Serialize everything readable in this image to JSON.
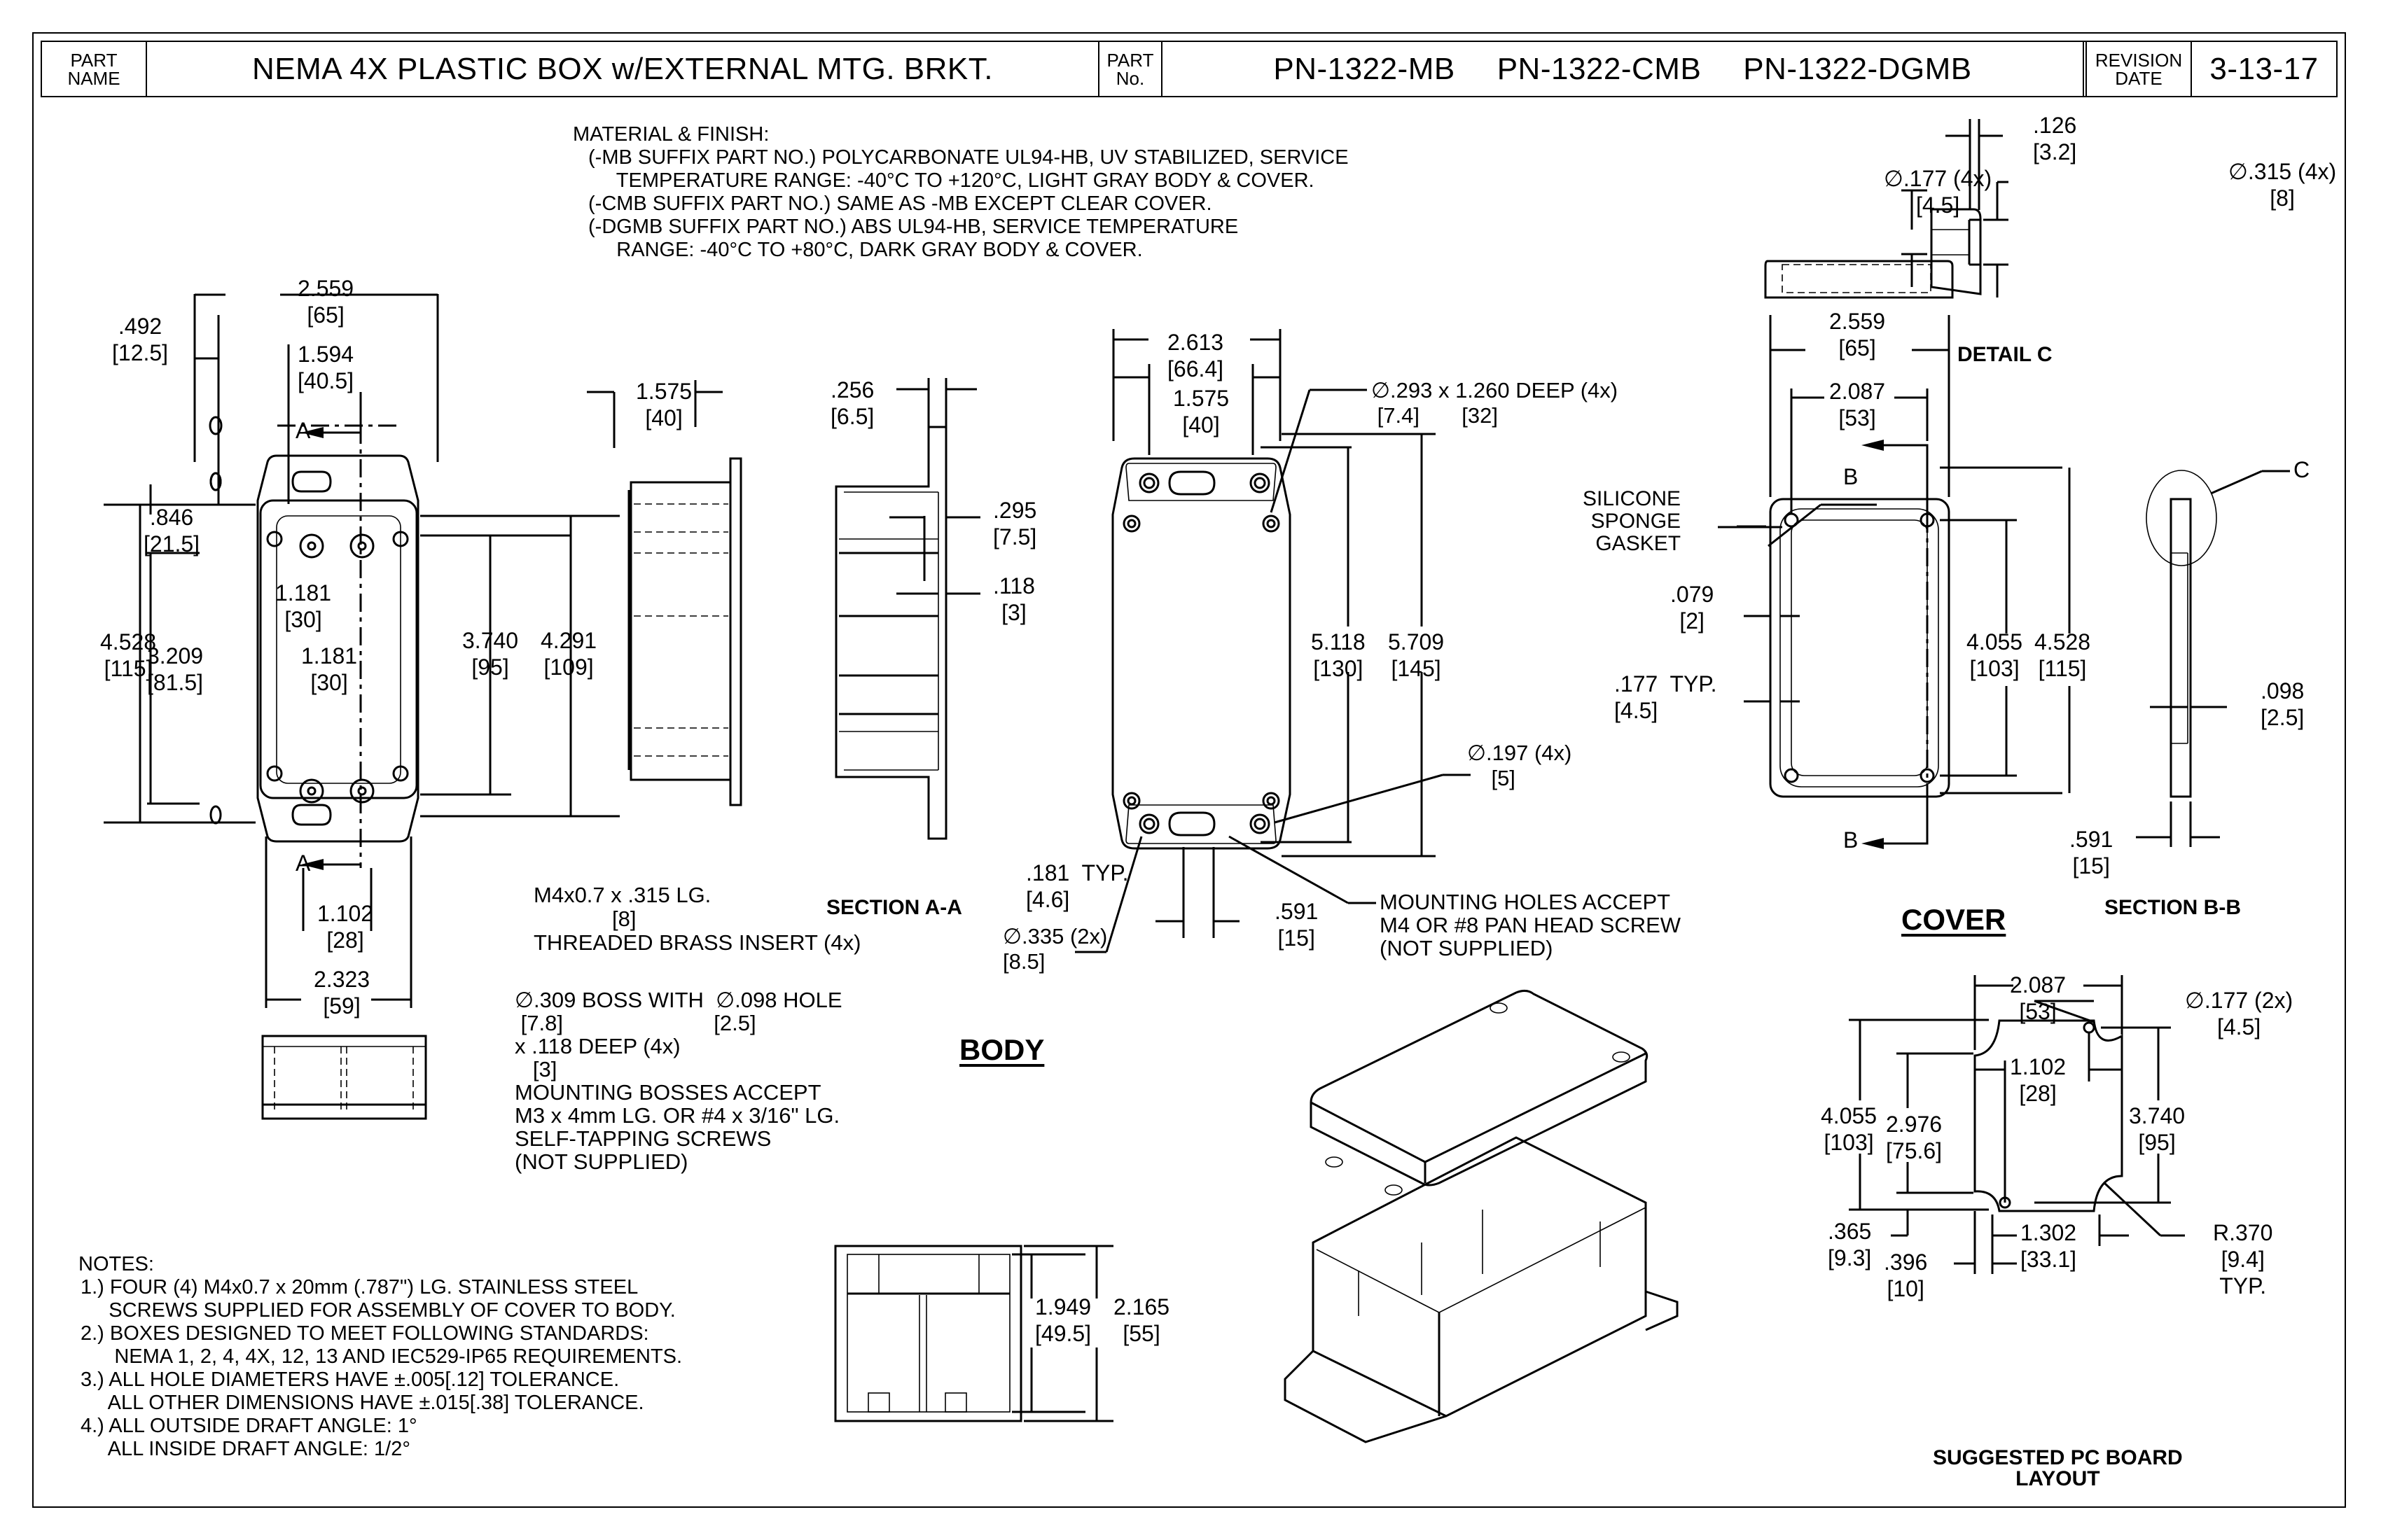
{
  "title_block": {
    "part_name_label": "PART NAME",
    "part_name": "NEMA 4X PLASTIC BOX w/EXTERNAL MTG. BRKT.",
    "part_no_label": "PART No.",
    "part_numbers": [
      "PN-1322-MB",
      "PN-1322-CMB",
      "PN-1322-DGMB"
    ],
    "revision_label": "REVISION DATE",
    "revision_date": "3-13-17"
  },
  "material_finish": {
    "heading": "MATERIAL & FINISH:",
    "lines": [
      "(-MB SUFFIX PART NO.) POLYCARBONATE UL94-HB, UV STABILIZED, SERVICE",
      "     TEMPERATURE RANGE: -40°C TO +120°C, LIGHT GRAY BODY & COVER.",
      "(-CMB SUFFIX PART NO.) SAME AS -MB EXCEPT CLEAR COVER.",
      "(-DGMB SUFFIX PART NO.) ABS UL94-HB, SERVICE TEMPERATURE",
      "     RANGE: -40°C TO +80°C, DARK GRAY BODY & COVER."
    ]
  },
  "notes": {
    "heading": "NOTES:",
    "lines": [
      "1.) FOUR (4) M4x0.7 x 20mm (.787\") LG. STAINLESS STEEL",
      "     SCREWS SUPPLIED FOR ASSEMBLY OF COVER TO BODY.",
      "2.) BOXES DESIGNED TO MEET FOLLOWING STANDARDS:",
      "      NEMA 1, 2, 4, 4X, 12, 13 AND IEC529-IP65 REQUIREMENTS.",
      "3.) ALL HOLE DIAMETERS HAVE ±.005[.12] TOLERANCE.",
      "     ALL OTHER DIMENSIONS HAVE ±.015[.38] TOLERANCE.",
      "4.) ALL OUTSIDE DRAFT ANGLE: 1°",
      "     ALL INSIDE DRAFT ANGLE: 1/2°"
    ]
  },
  "view_titles": {
    "body": "BODY",
    "cover": "COVER",
    "section_aa": "SECTION A-A",
    "section_bb": "SECTION B-B",
    "detail_c": "DETAIL C",
    "pcb_layout": "SUGGESTED PC BOARD\nLAYOUT"
  },
  "section_markers": {
    "a": "A",
    "b": "B",
    "c": "C"
  },
  "body_top_view": {
    "dims": [
      {
        "in": "2.559",
        "mm": "[65]"
      },
      {
        "in": ".492",
        "mm": "[12.5]"
      },
      {
        "in": "1.594",
        "mm": "[40.5]"
      },
      {
        "in": ".846",
        "mm": "[21.5]"
      },
      {
        "in": "1.181",
        "mm": "[30]"
      },
      {
        "in": "1.181",
        "mm": "[30]"
      },
      {
        "in": "4.528",
        "mm": "[115]"
      },
      {
        "in": "3.209",
        "mm": "[81.5]"
      },
      {
        "in": "3.740",
        "mm": "[95]"
      },
      {
        "in": "4.291",
        "mm": "[109]"
      },
      {
        "in": "1.102",
        "mm": "[28]"
      },
      {
        "in": "2.323",
        "mm": "[59]"
      }
    ],
    "callouts": {
      "insert": "M4x0.7 x .315 LG.\n             [8]\nTHREADED BRASS INSERT (4x)",
      "boss": "∅.309 BOSS WITH  ∅.098 HOLE\n [7.8]                         [2.5]\nx .118 DEEP (4x)\n   [3]\nMOUNTING BOSSES ACCEPT\nM3 x 4mm LG. OR #4 x 3/16\" LG.\nSELF-TAPPING SCREWS\n(NOT SUPPLIED)"
    }
  },
  "body_side_view": {
    "dims": [
      {
        "in": "1.575",
        "mm": "[40]"
      }
    ]
  },
  "section_aa": {
    "dims": [
      {
        "in": ".256",
        "mm": "[6.5]"
      },
      {
        "in": ".295",
        "mm": "[7.5]"
      },
      {
        "in": ".118",
        "mm": "[3]"
      }
    ]
  },
  "body_bottom_view": {
    "dims": [
      {
        "in": "2.613",
        "mm": "[66.4]"
      },
      {
        "in": "1.575",
        "mm": "[40]"
      },
      {
        "in": "5.118",
        "mm": "[130]"
      },
      {
        "in": "5.709",
        "mm": "[145]"
      },
      {
        "in": ".181  TYP.",
        "mm": "[4.6]"
      },
      {
        "in": ".591",
        "mm": "[15]"
      }
    ],
    "callouts": {
      "deep_hole": "∅.293 x 1.260 DEEP (4x)\n [7.4]       [32]",
      "hole_197": "∅.197 (4x)\n    [5]",
      "hole_335": "∅.335 (2x)\n[8.5]",
      "mounting": "MOUNTING HOLES ACCEPT\nM4 OR #8 PAN HEAD SCREW\n(NOT SUPPLIED)"
    }
  },
  "end_section": {
    "dims": [
      {
        "in": "1.949",
        "mm": "[49.5]"
      },
      {
        "in": "2.165",
        "mm": "[55]"
      }
    ]
  },
  "cover_view": {
    "dims": [
      {
        "in": "2.559",
        "mm": "[65]"
      },
      {
        "in": "2.087",
        "mm": "[53]"
      },
      {
        "in": ".079",
        "mm": "[2]"
      },
      {
        "in": ".177  TYP.",
        "mm": "[4.5]"
      },
      {
        "in": "4.055",
        "mm": "[103]"
      },
      {
        "in": "4.528",
        "mm": "[115]"
      }
    ],
    "gasket_label": "SILICONE\nSPONGE\nGASKET"
  },
  "section_bb": {
    "dims": [
      {
        "in": ".098",
        "mm": "[2.5]"
      },
      {
        "in": ".591",
        "mm": "[15]"
      }
    ]
  },
  "detail_c": {
    "dims": [
      {
        "in": ".126",
        "mm": "[3.2]"
      },
      {
        "in": "∅.177 (4x)",
        "mm": "[4.5]"
      },
      {
        "in": "∅.315 (4x)",
        "mm": "[8]"
      }
    ]
  },
  "pcb_layout": {
    "dims": [
      {
        "in": "2.087",
        "mm": "[53]"
      },
      {
        "in": "∅.177 (2x)",
        "mm": "[4.5]"
      },
      {
        "in": "1.102",
        "mm": "[28]"
      },
      {
        "in": "4.055",
        "mm": "[103]"
      },
      {
        "in": "2.976",
        "mm": "[75.6]"
      },
      {
        "in": "3.740",
        "mm": "[95]"
      },
      {
        "in": ".365",
        "mm": "[9.3]"
      },
      {
        "in": ".396",
        "mm": "[10]"
      },
      {
        "in": "1.302",
        "mm": "[33.1]"
      },
      {
        "in": "R.370",
        "mm": "[9.4]\nTYP."
      }
    ]
  }
}
